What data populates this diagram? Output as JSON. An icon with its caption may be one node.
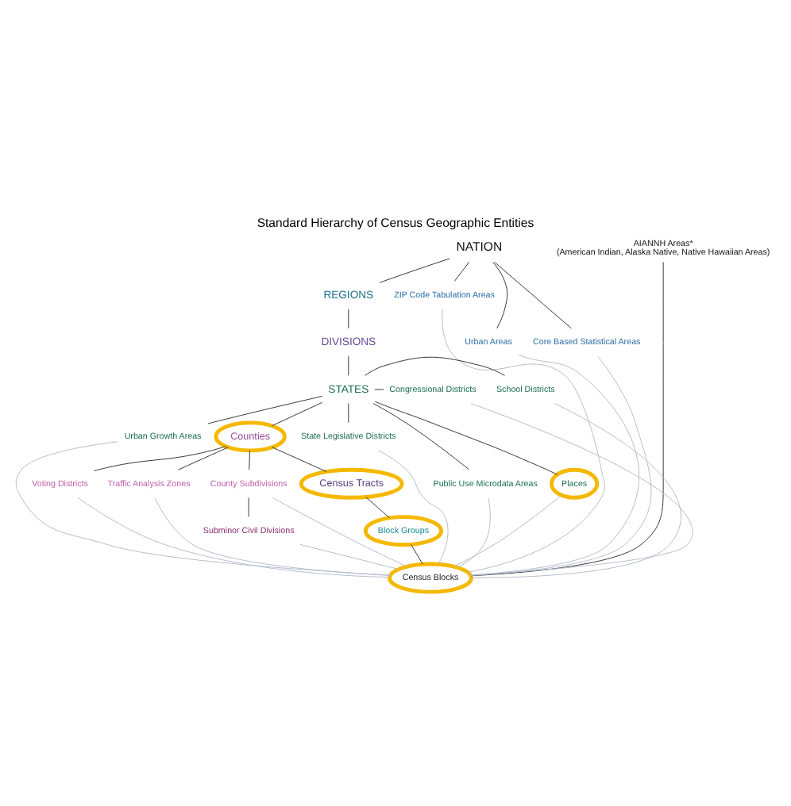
{
  "diagram": {
    "title": "Standard Hierarchy of Census Geographic Entities",
    "nodes": [
      {
        "text": [
          "NATION"
        ]
      },
      {
        "text": [
          "AIANNH Areas*",
          "(American Indian, Alaska Native, Native Hawaiian Areas)"
        ]
      },
      {
        "text": [
          "REGIONS"
        ]
      },
      {
        "text": [
          "ZIP Code Tabulation Areas"
        ]
      },
      {
        "text": [
          "DIVISIONS"
        ]
      },
      {
        "text": [
          "Urban Areas"
        ]
      },
      {
        "text": [
          "Core Based Statistical Areas"
        ]
      },
      {
        "text": [
          "School Districts"
        ]
      },
      {
        "text": [
          "STATES"
        ]
      },
      {
        "text": [
          "Congressional Districts"
        ]
      },
      {
        "text": [
          "Urban Growth Areas"
        ]
      },
      {
        "text": [
          "Counties"
        ]
      },
      {
        "text": [
          "State Legislative Districts"
        ]
      },
      {
        "text": [
          "Voting Districts"
        ]
      },
      {
        "text": [
          "Public Use Microdata Areas"
        ]
      },
      {
        "text": [
          "Traffic Analysis Zones"
        ]
      },
      {
        "text": [
          "Places"
        ]
      },
      {
        "text": [
          "County Subdivisions"
        ]
      },
      {
        "text": [
          "Census Tracts"
        ]
      },
      {
        "text": [
          "Subminor Civil Divisions"
        ]
      },
      {
        "text": [
          "Block Groups"
        ]
      },
      {
        "text": [
          "Census Blocks"
        ]
      }
    ],
    "edges": [
      {
        "from": 0,
        "to": 2,
        "arrow": "none"
      },
      {
        "from": 2,
        "to": 4,
        "arrow": "none"
      },
      {
        "from": 4,
        "to": 8,
        "arrow": "none"
      },
      {
        "from": 8,
        "to": 11,
        "arrow": "none"
      },
      {
        "from": 11,
        "to": 18,
        "arrow": "none"
      },
      {
        "from": 18,
        "to": 20,
        "arrow": "none"
      },
      {
        "from": 20,
        "to": 21,
        "arrow": "none"
      },
      {
        "from": 0,
        "to": 3,
        "arrow": "none"
      },
      {
        "from": 0,
        "to": 5,
        "arrow": "none"
      },
      {
        "from": 0,
        "to": 6,
        "arrow": "none"
      },
      {
        "from": 8,
        "to": 7,
        "arrow": "none"
      },
      {
        "from": 8,
        "to": 9,
        "arrow": "none"
      },
      {
        "from": 8,
        "to": 10,
        "arrow": "none"
      },
      {
        "from": 8,
        "to": 12,
        "arrow": "none"
      },
      {
        "from": 8,
        "to": 14,
        "arrow": "none"
      },
      {
        "from": 8,
        "to": 16,
        "arrow": "none"
      },
      {
        "from": 11,
        "to": 13,
        "arrow": "none"
      },
      {
        "from": 11,
        "to": 15,
        "arrow": "none"
      },
      {
        "from": 11,
        "to": 17,
        "arrow": "none"
      },
      {
        "from": 17,
        "to": 19,
        "arrow": "none"
      },
      {
        "from": 1,
        "to": 21,
        "arrow": "none"
      },
      {
        "from": 3,
        "to": 21,
        "arrow": "none",
        "color": "#b4bccb"
      },
      {
        "from": 7,
        "to": 21,
        "arrow": "none",
        "color": "#b4bccb"
      },
      {
        "from": 9,
        "to": 21,
        "arrow": "none",
        "color": "#b4bccb"
      },
      {
        "from": 13,
        "to": 21,
        "arrow": "none",
        "color": "#b4bccb"
      },
      {
        "from": 15,
        "to": 21,
        "arrow": "none",
        "color": "#b4bccb"
      },
      {
        "from": 17,
        "to": 21,
        "arrow": "none",
        "color": "#b4bccb"
      },
      {
        "from": 19,
        "to": 21,
        "arrow": "none",
        "color": "#b4bccb"
      },
      {
        "from": 5,
        "to": 21,
        "arrow": "none",
        "color": "#b4bccb"
      },
      {
        "from": 6,
        "to": 21,
        "arrow": "none",
        "color": "#b4bccb"
      },
      {
        "from": 10,
        "to": 21,
        "arrow": "none",
        "color": "#b4bccb"
      },
      {
        "from": 12,
        "to": 21,
        "arrow": "none",
        "color": "#b4bccb"
      },
      {
        "from": 14,
        "to": 21,
        "arrow": "none",
        "color": "#b4bccb"
      },
      {
        "from": 16,
        "to": 21,
        "arrow": "none",
        "color": "#b4bccb"
      }
    ]
  }
}
